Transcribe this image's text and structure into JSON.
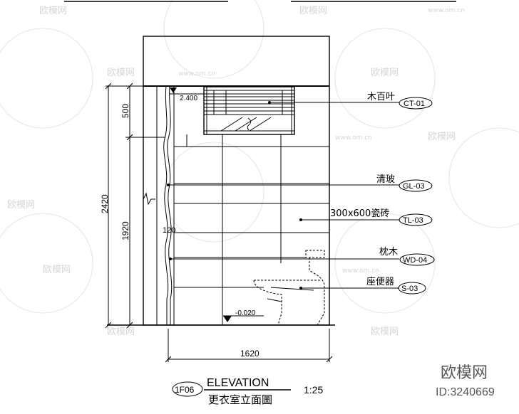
{
  "tags": [
    {
      "key": "ct",
      "name": "木百叶",
      "code": "CT-01"
    },
    {
      "key": "gl",
      "name": "清玻",
      "code": "GL-03"
    },
    {
      "key": "tl",
      "name": "300x600瓷砖",
      "code": "TL-03"
    },
    {
      "key": "wd",
      "name": "枕木",
      "code": "WD-04"
    },
    {
      "key": "s",
      "name": "座便器",
      "code": "S-03"
    }
  ],
  "dimensions": {
    "total_height": "2420",
    "upper_height": "500",
    "lower_height": "1920",
    "width": "1620",
    "offset": "120"
  },
  "levels": {
    "top": "2.400",
    "floor": "-0.020"
  },
  "title": {
    "drawing_no": "1F06",
    "label": "ELEVATION",
    "subtitle": "更衣室立面圖",
    "scale": "1:25"
  },
  "watermark": {
    "brand": "欧模网",
    "id": "ID:3240669",
    "small_brand": "欧模网",
    "small_url": "www.om.cn"
  }
}
